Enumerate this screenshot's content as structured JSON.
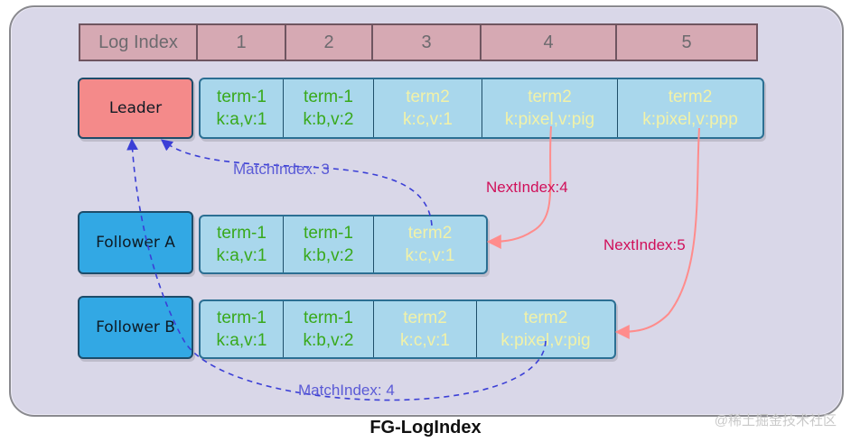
{
  "title": "FG-LogIndex",
  "watermark": "@稀土掘金技术社区",
  "index_row": {
    "header": "Log Index",
    "indices": [
      "1",
      "2",
      "3",
      "4",
      "5"
    ]
  },
  "nodes": {
    "leader": "Leader",
    "follower_a": "Follower A",
    "follower_b": "Follower B"
  },
  "logs": {
    "leader": [
      {
        "term": "term-1",
        "kv": "k:a,v:1",
        "style": "t1"
      },
      {
        "term": "term-1",
        "kv": "k:b,v:2",
        "style": "t1"
      },
      {
        "term": "term2",
        "kv": "k:c,v:1",
        "style": "t2"
      },
      {
        "term": "term2",
        "kv": "k:pixel,v:pig",
        "style": "t2"
      },
      {
        "term": "term2",
        "kv": "k:pixel,v:ppp",
        "style": "t2"
      }
    ],
    "follower_a": [
      {
        "term": "term-1",
        "kv": "k:a,v:1",
        "style": "t1"
      },
      {
        "term": "term-1",
        "kv": "k:b,v:2",
        "style": "t1"
      },
      {
        "term": "term2",
        "kv": "k:c,v:1",
        "style": "t2"
      }
    ],
    "follower_b": [
      {
        "term": "term-1",
        "kv": "k:a,v:1",
        "style": "t1"
      },
      {
        "term": "term-1",
        "kv": "k:b,v:2",
        "style": "t1"
      },
      {
        "term": "term2",
        "kv": "k:c,v:1",
        "style": "t2"
      },
      {
        "term": "term2",
        "kv": "k:pixel,v:pig",
        "style": "t2"
      }
    ]
  },
  "annotations": {
    "match_a": "MatchIndex: 3",
    "match_b": "MatchIndex: 4",
    "next_a": "NextIndex:4",
    "next_b": "NextIndex:5"
  },
  "colors": {
    "leader_fill": "#f48a8a",
    "follower_fill": "#32a8e4",
    "match_arrow": "#3b3fd6",
    "next_arrow": "#ff8c8c",
    "next_label": "#d0105a",
    "match_label": "#5a5ad6"
  }
}
